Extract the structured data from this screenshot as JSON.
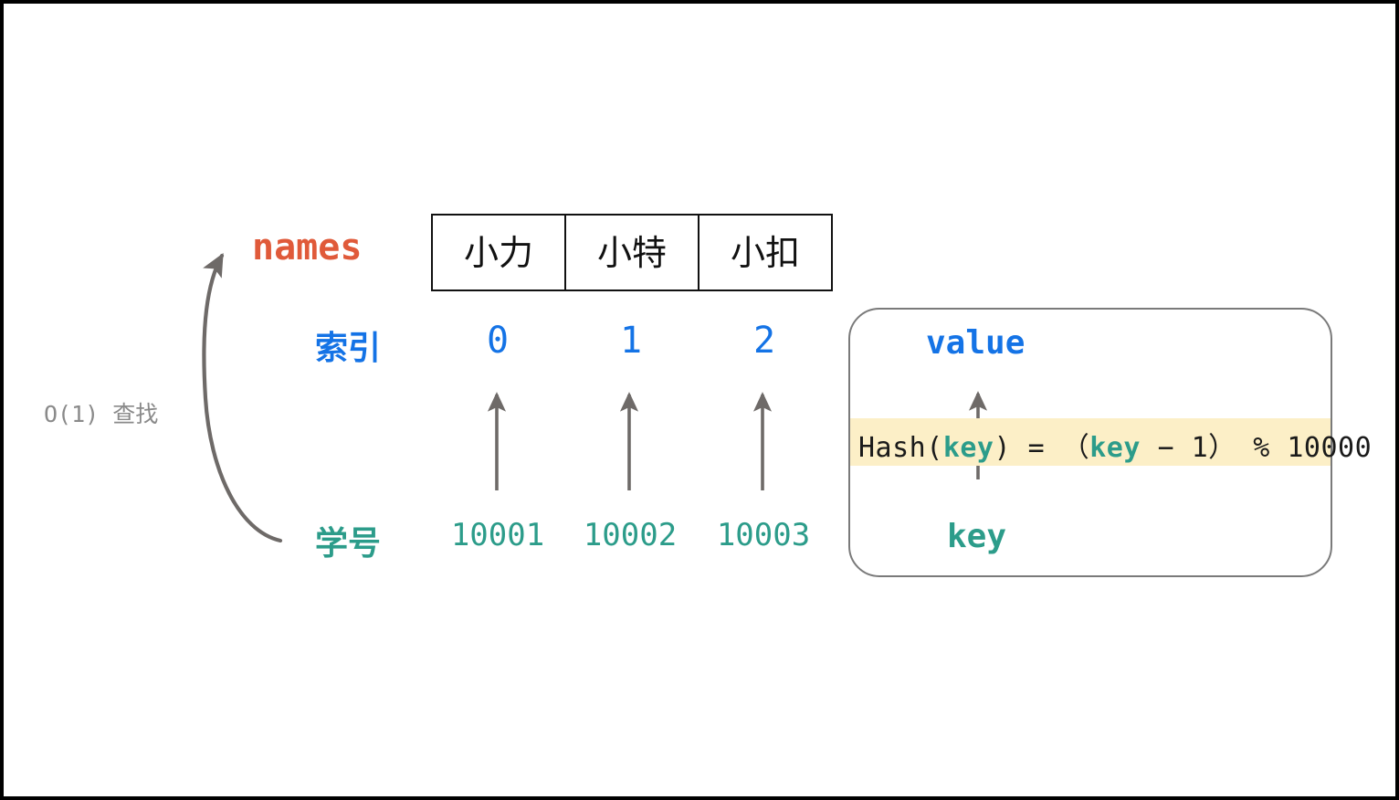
{
  "diagram": {
    "title_label": "names",
    "complexity_note": "O(1) 查找",
    "array": {
      "cells": [
        "小力",
        "小特",
        "小扣"
      ]
    },
    "index_row": {
      "label": "索引",
      "values": [
        "0",
        "1",
        "2"
      ],
      "color": "#1473E6"
    },
    "id_row": {
      "label": "学号",
      "values": [
        "10001",
        "10002",
        "10003"
      ],
      "color": "#2C9C8A"
    },
    "hash_box": {
      "value_label": "value",
      "key_label": "key",
      "formula": {
        "part1": "Hash(",
        "kw1": "key",
        "part2": ") = （",
        "kw2": "key",
        "part3": " − 1） % 10000",
        "full": "Hash(key) = （key − 1） % 10000"
      },
      "highlight_color": "#FCEFC7",
      "border_color": "#7A7A7A"
    },
    "colors": {
      "names_accent": "#E05A3A",
      "index_accent": "#1473E6",
      "key_accent": "#2C9C8A",
      "arrow_gray": "#6E6A68",
      "note_gray": "#8A8A8A"
    }
  }
}
